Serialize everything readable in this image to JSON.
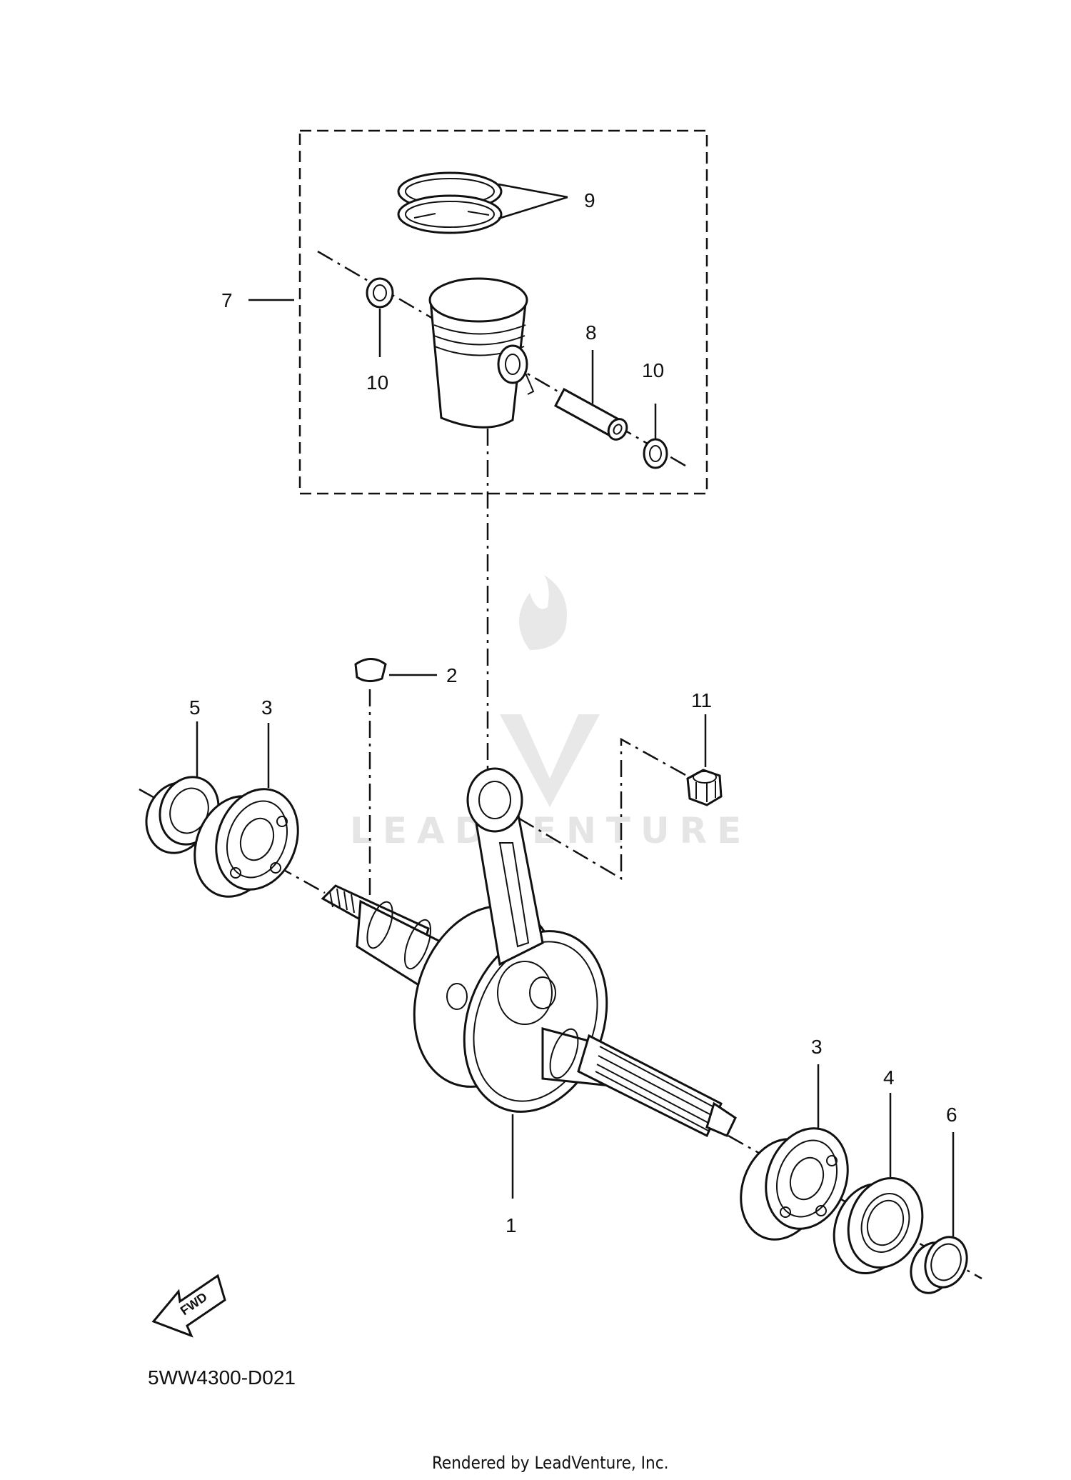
{
  "diagram_code": "5WW4300-D021",
  "footer_text": "Rendered by LeadVenture, Inc.",
  "watermark_text": "LEADVENTURE",
  "fwd_label": "FWD",
  "callouts": {
    "c1": "1",
    "c2": "2",
    "c3a": "3",
    "c3b": "3",
    "c4": "4",
    "c5": "5",
    "c6": "6",
    "c7": "7",
    "c8": "8",
    "c9": "9",
    "c10a": "10",
    "c10b": "10",
    "c11": "11"
  }
}
